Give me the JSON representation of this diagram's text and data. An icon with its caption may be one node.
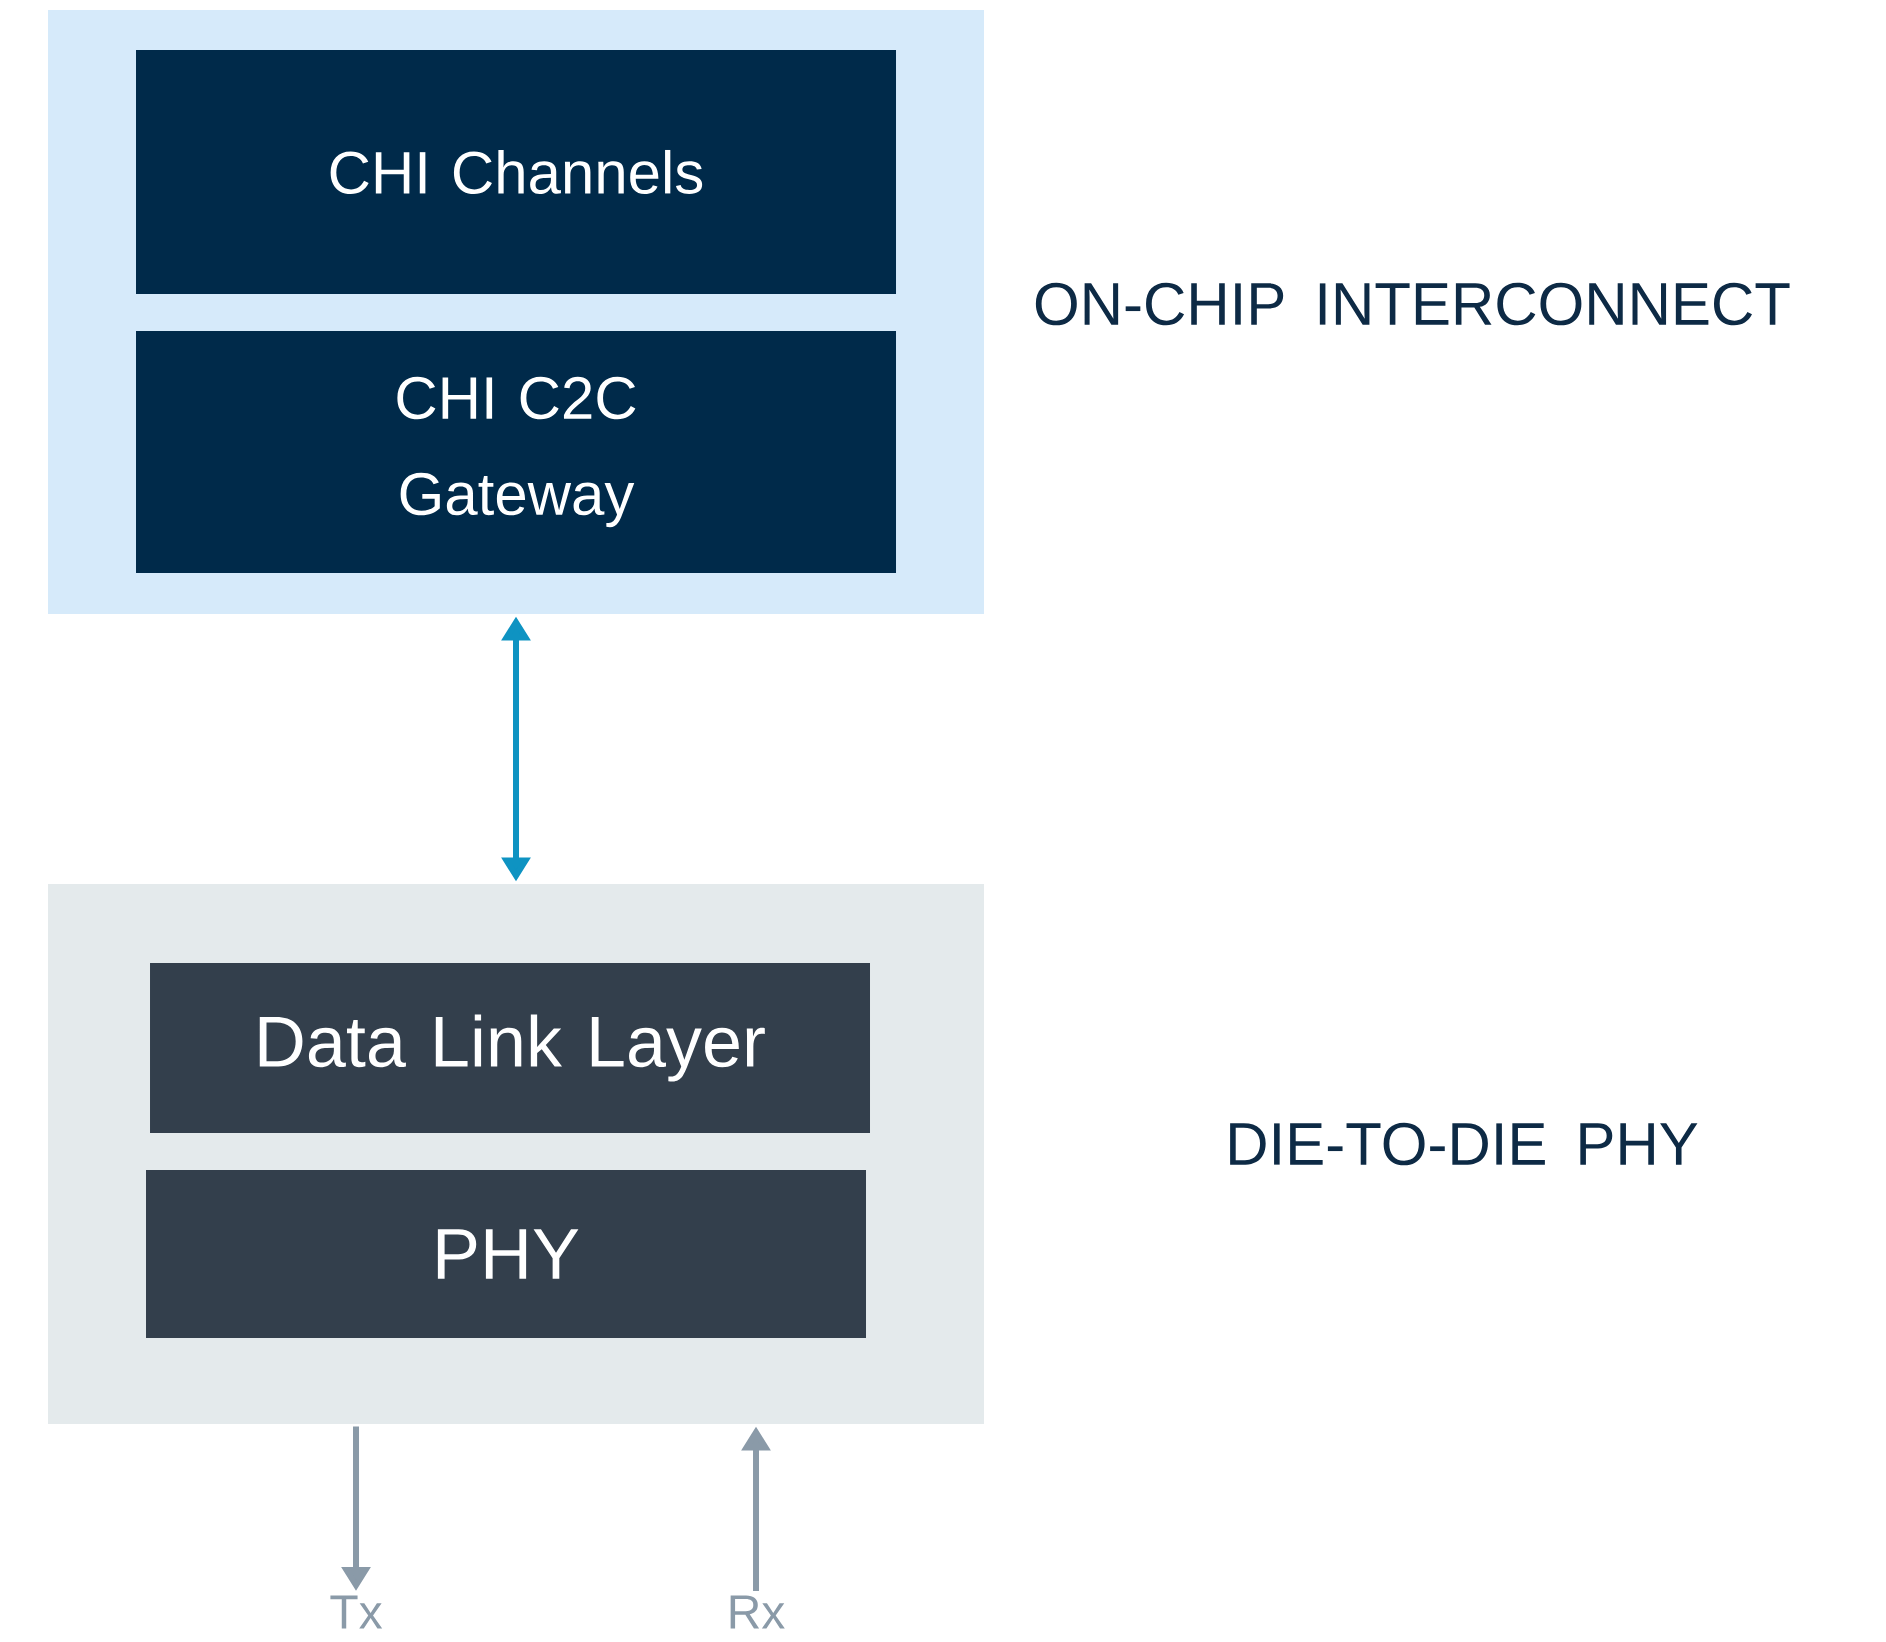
{
  "diagram": {
    "nodes": [
      {
        "text": [
          "ON-CHIP INTERCONNECT"
        ]
      },
      {
        "text": [
          "CHI Channels"
        ],
        "in": 0
      },
      {
        "text": [
          "CHI C2C Gateway"
        ],
        "in": 0
      },
      {
        "text": [
          "DIE-TO-DIE PHY"
        ]
      },
      {
        "text": [
          "Data Link Layer"
        ],
        "in": 3
      },
      {
        "text": [
          "PHY"
        ],
        "in": 3
      },
      {
        "text": [
          "Tx"
        ]
      },
      {
        "text": [
          "Rx"
        ]
      }
    ],
    "edges": [
      {
        "from": 0,
        "to": 3,
        "arrow": "both",
        "color": "#0e93c2"
      },
      {
        "from": 3,
        "to": 6,
        "arrow": "to"
      },
      {
        "from": 7,
        "to": 3,
        "arrow": "to"
      }
    ]
  }
}
